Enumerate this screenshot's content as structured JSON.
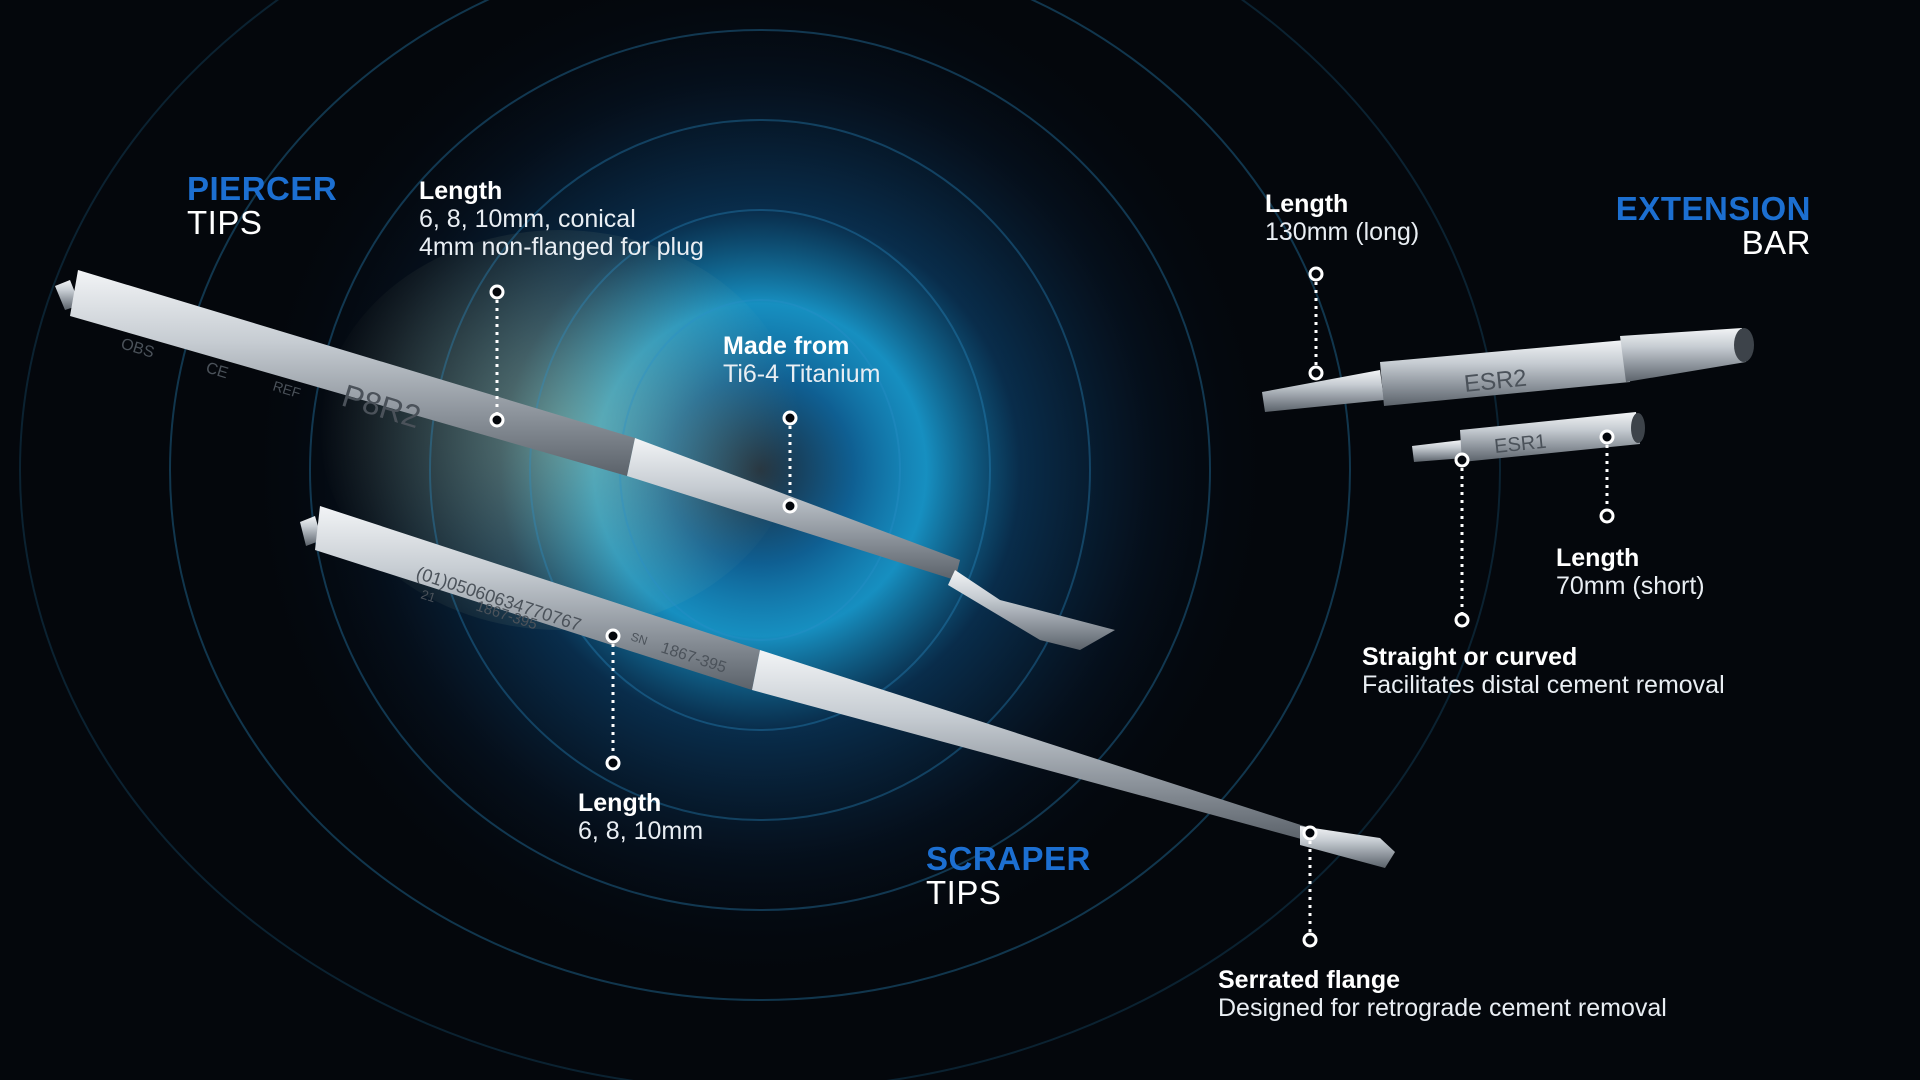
{
  "headings": {
    "piercer": {
      "accent": "PIERCER",
      "sub": "TIPS"
    },
    "scraper": {
      "accent": "SCRAPER",
      "sub": "TIPS"
    },
    "extension": {
      "accent": "EXTENSION",
      "sub": "BAR"
    }
  },
  "callouts": {
    "piercer_length": {
      "title": "Length",
      "lines": [
        "6, 8, 10mm, conical",
        "4mm non-flanged for plug"
      ]
    },
    "made_from": {
      "title": "Made from",
      "lines": [
        "Ti6-4 Titanium"
      ]
    },
    "scraper_length": {
      "title": "Length",
      "lines": [
        "6, 8, 10mm"
      ]
    },
    "serrated_flange": {
      "title": "Serrated flange",
      "lines": [
        "Designed for retrograde cement removal"
      ]
    },
    "long_bar_length": {
      "title": "Length",
      "lines": [
        "130mm (long)"
      ]
    },
    "short_bar_length": {
      "title": "Length",
      "lines": [
        "70mm (short)"
      ]
    },
    "straight_curved": {
      "title": "Straight or curved",
      "lines": [
        "Facilitates distal cement removal"
      ]
    }
  },
  "engravings": {
    "piercer": {
      "brand": "OBS",
      "mark": "CE",
      "ref": "REF",
      "model": "P8R2"
    },
    "scraper": {
      "udi": "(01)05060634770767",
      "lot_prefix": "21",
      "lot": "1867-395",
      "sn_prefix": "SN",
      "sn": "1867-395"
    },
    "long_bar": "ESR2",
    "short_bar": "ESR1"
  },
  "colors": {
    "accent": "#1c6fd1",
    "background": "#04070c",
    "glow": "#1aa7e0",
    "metal": "#b9bfc6"
  }
}
